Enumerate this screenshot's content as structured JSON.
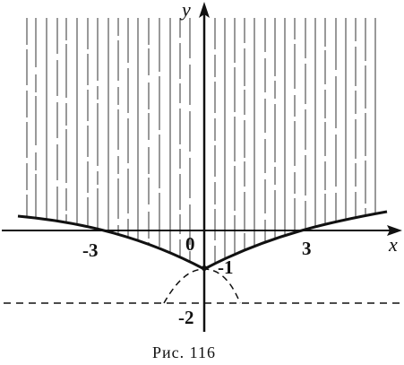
{
  "axes": {
    "x_label": "x",
    "y_label": "y"
  },
  "tick_labels": {
    "minus_three": "-3",
    "origin": "0",
    "three": "3",
    "minus_one": "-1",
    "minus_two": "-2"
  },
  "caption": "Рис. 116",
  "curve": {
    "points_x": [
      -3,
      0,
      3
    ],
    "points_y": [
      0,
      -1,
      0
    ]
  },
  "asymptote": {
    "y": -2
  }
}
